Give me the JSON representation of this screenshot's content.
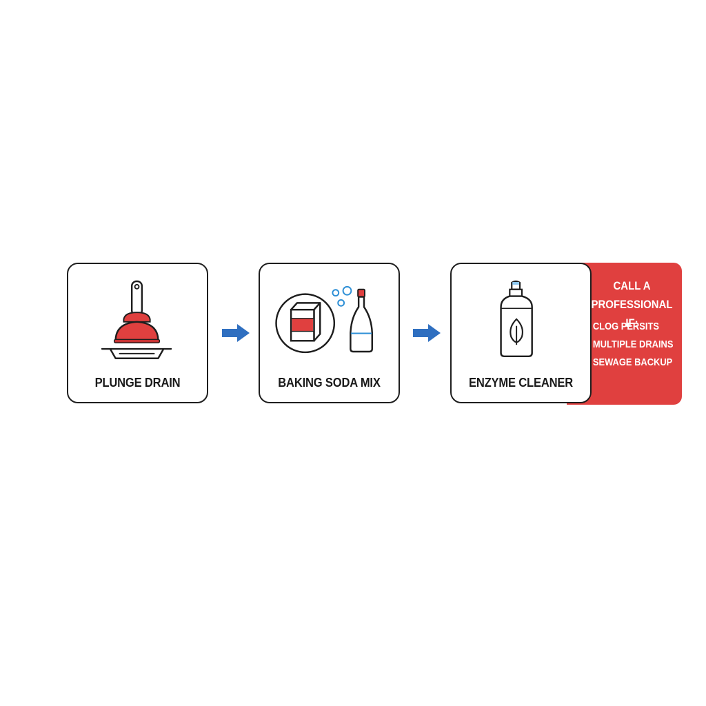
{
  "steps": [
    {
      "label": "PLUNGE DRAIN",
      "icon": "plunger-icon"
    },
    {
      "label": "BAKING SODA MIX",
      "icon": "baking-soda-vinegar-icon"
    },
    {
      "label": "ENZYME CLEANER",
      "icon": "enzyme-spray-bottle-icon"
    }
  ],
  "connectors": [
    "arrow-right-icon",
    "arrow-right-icon"
  ],
  "callout": {
    "title_line1": "CALL A",
    "title_line2": "PROFESSIONAL IF:",
    "items": [
      "- CLOG PERSITS",
      "- MULTIPLE DRAINS",
      "- SEWAGE BACKUP"
    ]
  },
  "colors": {
    "accent_red": "#e0403f",
    "arrow_blue": "#2f6fc0",
    "outline": "#1e1e1e",
    "liquid_blue": "#2d8fd6"
  }
}
